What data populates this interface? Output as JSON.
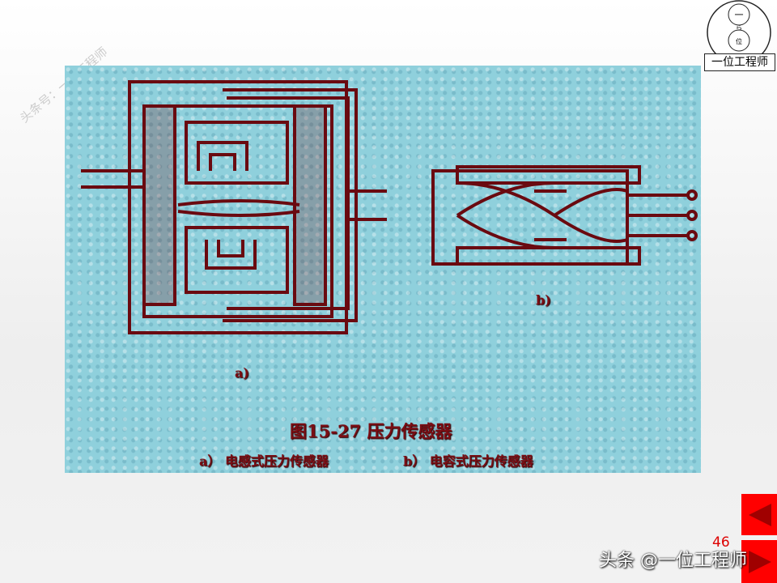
{
  "watermark": "头条号：一位工程师",
  "logo": {
    "top_char": "一",
    "mid_char": "ら",
    "bottom_char": "位",
    "label": "一位工程师"
  },
  "figure": {
    "label_a": "a)",
    "label_b": "b)",
    "title": "图15-27 压力传感器",
    "subtitle_a": "a） 电感式压力传感器",
    "subtitle_b": "b） 电容式压力传感器"
  },
  "nav": {
    "prev_icon": "triangle-left-icon",
    "next_icon": "triangle-right-icon"
  },
  "page_number": "46",
  "footer": "头条 @一位工程师",
  "colors": {
    "background": "#8fd0dc",
    "ink": "#7a0e14",
    "nav": "#ff0000"
  }
}
